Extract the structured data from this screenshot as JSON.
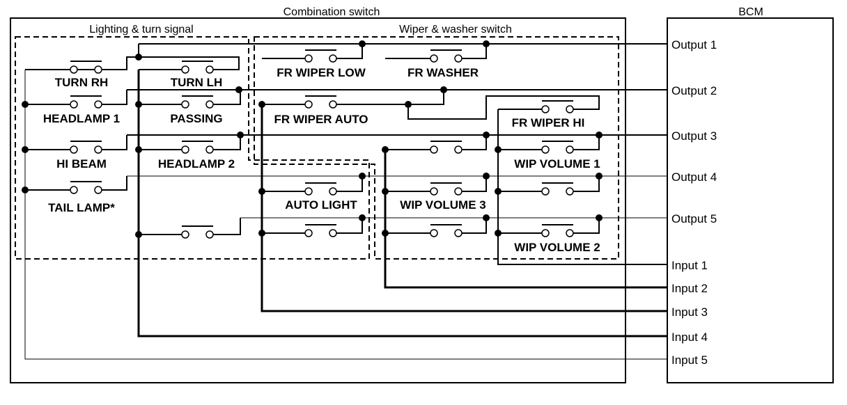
{
  "colors": {
    "line": "#000000",
    "background": "#ffffff"
  },
  "combination_switch": {
    "title": "Combination switch",
    "groups": {
      "lighting": {
        "title": "Lighting & turn signal"
      },
      "wiper": {
        "title": "Wiper & washer switch"
      }
    }
  },
  "bcm": {
    "title": "BCM",
    "outputs": [
      "Output 1",
      "Output 2",
      "Output 3",
      "Output 4",
      "Output 5"
    ],
    "inputs": [
      "Input 1",
      "Input 2",
      "Input 3",
      "Input 4",
      "Input 5"
    ]
  },
  "switches": [
    {
      "id": "turn-rh",
      "label": "TURN RH",
      "input": "Input 5",
      "output": "Output 1"
    },
    {
      "id": "headlamp-1",
      "label": "HEADLAMP 1",
      "input": "Input 5",
      "output": "Output 2"
    },
    {
      "id": "hi-beam",
      "label": "HI BEAM",
      "input": "Input 5",
      "output": "Output 3"
    },
    {
      "id": "tail-lamp",
      "label": "TAIL LAMP*",
      "input": "Input 5",
      "output": "Output 4"
    },
    {
      "id": "turn-lh",
      "label": "TURN LH",
      "input": "Input 4",
      "output": "Output 1"
    },
    {
      "id": "passing",
      "label": "PASSING",
      "input": "Input 4",
      "output": "Output 2"
    },
    {
      "id": "headlamp-2",
      "label": "HEADLAMP 2",
      "input": "Input 4",
      "output": "Output 3"
    },
    {
      "id": "input4-output5",
      "label": "",
      "input": "Input 4",
      "output": "Output 5"
    },
    {
      "id": "fr-wiper-low",
      "label": "FR WIPER LOW",
      "input": "Input 3",
      "output": "Output 1"
    },
    {
      "id": "fr-wiper-auto",
      "label": "FR WIPER AUTO",
      "input": "Input 3",
      "output": "Output 2"
    },
    {
      "id": "auto-light",
      "label": "AUTO LIGHT",
      "input": "Input 3",
      "output": "Output 4"
    },
    {
      "id": "input3-output5",
      "label": "",
      "input": "Input 3",
      "output": "Output 5"
    },
    {
      "id": "fr-washer",
      "label": "FR WASHER",
      "input": "Input 2",
      "output": "Output 1"
    },
    {
      "id": "input2-output3",
      "label": "",
      "input": "Input 2",
      "output": "Output 3"
    },
    {
      "id": "wip-volume-3",
      "label": "WIP VOLUME 3",
      "input": "Input 2",
      "output": "Output 4"
    },
    {
      "id": "input2-output5",
      "label": "",
      "input": "Input 2",
      "output": "Output 5"
    },
    {
      "id": "fr-wiper-hi",
      "label": "FR WIPER HI",
      "input": "Input 1",
      "output": "Output 2"
    },
    {
      "id": "wip-volume-1",
      "label": "WIP VOLUME 1",
      "input": "Input 1",
      "output": "Output 3"
    },
    {
      "id": "input1-output4",
      "label": "",
      "input": "Input 1",
      "output": "Output 4"
    },
    {
      "id": "wip-volume-2",
      "label": "WIP VOLUME 2",
      "input": "Input 1",
      "output": "Output 5"
    }
  ]
}
